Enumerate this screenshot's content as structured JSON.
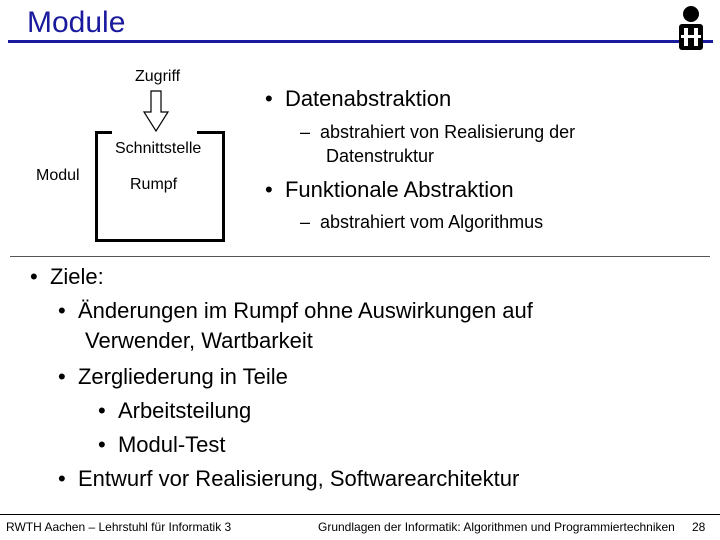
{
  "slide": {
    "title": "Module",
    "page_number": "28"
  },
  "diagram": {
    "access_label": "Zugriff",
    "interface_label": "Schnittstelle",
    "module_label": "Modul",
    "body_label": "Rumpf"
  },
  "right_bullets": [
    {
      "text": "Datenabstraktion",
      "sub": [
        "abstrahiert von Realisierung der",
        "Datenstruktur"
      ]
    },
    {
      "text": "Funktionale Abstraktion",
      "sub": [
        "abstrahiert vom Algorithmus"
      ]
    }
  ],
  "goals": {
    "heading": "Ziele:",
    "items": [
      "Änderungen im Rumpf ohne Auswirkungen auf",
      "Verwender, Wartbarkeit",
      "Zergliederung in Teile",
      "Arbeitsteilung",
      "Modul-Test",
      "Entwurf vor Realisierung, Softwarearchitektur"
    ]
  },
  "footer": {
    "left": "RWTH Aachen – Lehrstuhl für Informatik 3",
    "center": "Grundlagen der Informatik: Algorithmen und Programmiertechniken"
  },
  "colors": {
    "title": "#1a1a9e"
  },
  "icons": {
    "logo": "university-logo-icon",
    "arrow": "down-arrow-icon"
  }
}
